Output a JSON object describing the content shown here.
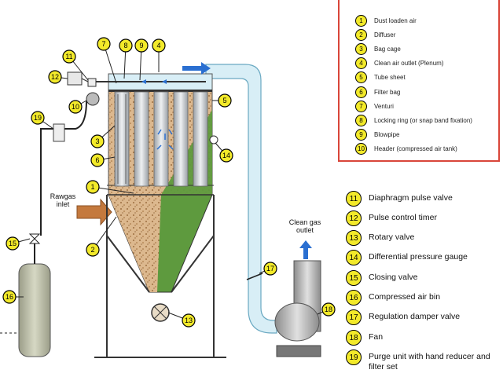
{
  "legend_top": [
    {
      "num": "1",
      "text": "Dust loaden air"
    },
    {
      "num": "2",
      "text": "Diffuser"
    },
    {
      "num": "3",
      "text": "Bag cage"
    },
    {
      "num": "4",
      "text": "Clean air outlet (Plenum)"
    },
    {
      "num": "5",
      "text": "Tube sheet"
    },
    {
      "num": "6",
      "text": "Filter bag"
    },
    {
      "num": "7",
      "text": "Venturi"
    },
    {
      "num": "8",
      "text": "Locking ring (or snap band fixation)"
    },
    {
      "num": "9",
      "text": "Blowpipe"
    },
    {
      "num": "10",
      "text": "Header (compressed air tank)"
    }
  ],
  "legend_bottom": [
    {
      "num": "11",
      "text": "Diaphragm pulse valve"
    },
    {
      "num": "12",
      "text": "Pulse control timer"
    },
    {
      "num": "13",
      "text": "Rotary valve"
    },
    {
      "num": "14",
      "text": "Differential pressure gauge"
    },
    {
      "num": "15",
      "text": "Closing valve"
    },
    {
      "num": "16",
      "text": "Compressed air bin"
    },
    {
      "num": "17",
      "text": "Regulation  damper valve"
    },
    {
      "num": "18",
      "text": "Fan"
    },
    {
      "num": "19",
      "text": "Purge unit with hand reducer and filter set"
    }
  ],
  "labels": {
    "raw_gas_1": "Rawgas",
    "raw_gas_2": "inlet",
    "clean_gas_1": "Clean gas",
    "clean_gas_2": "outlet"
  },
  "callouts": [
    "1",
    "2",
    "3",
    "4",
    "5",
    "6",
    "7",
    "8",
    "9",
    "10",
    "11",
    "12",
    "13",
    "14",
    "15",
    "16",
    "17",
    "18",
    "19"
  ],
  "colors": {
    "hopper_green": "#5e9a3e",
    "dust_tan": "#d9b48a",
    "duct_blue": "#d8eef6",
    "flow_blue": "#2a6fd1",
    "inlet_arrow": "#c4793d",
    "marker_yellow": "#f3ea2a",
    "legend_border": "#d9463a"
  }
}
